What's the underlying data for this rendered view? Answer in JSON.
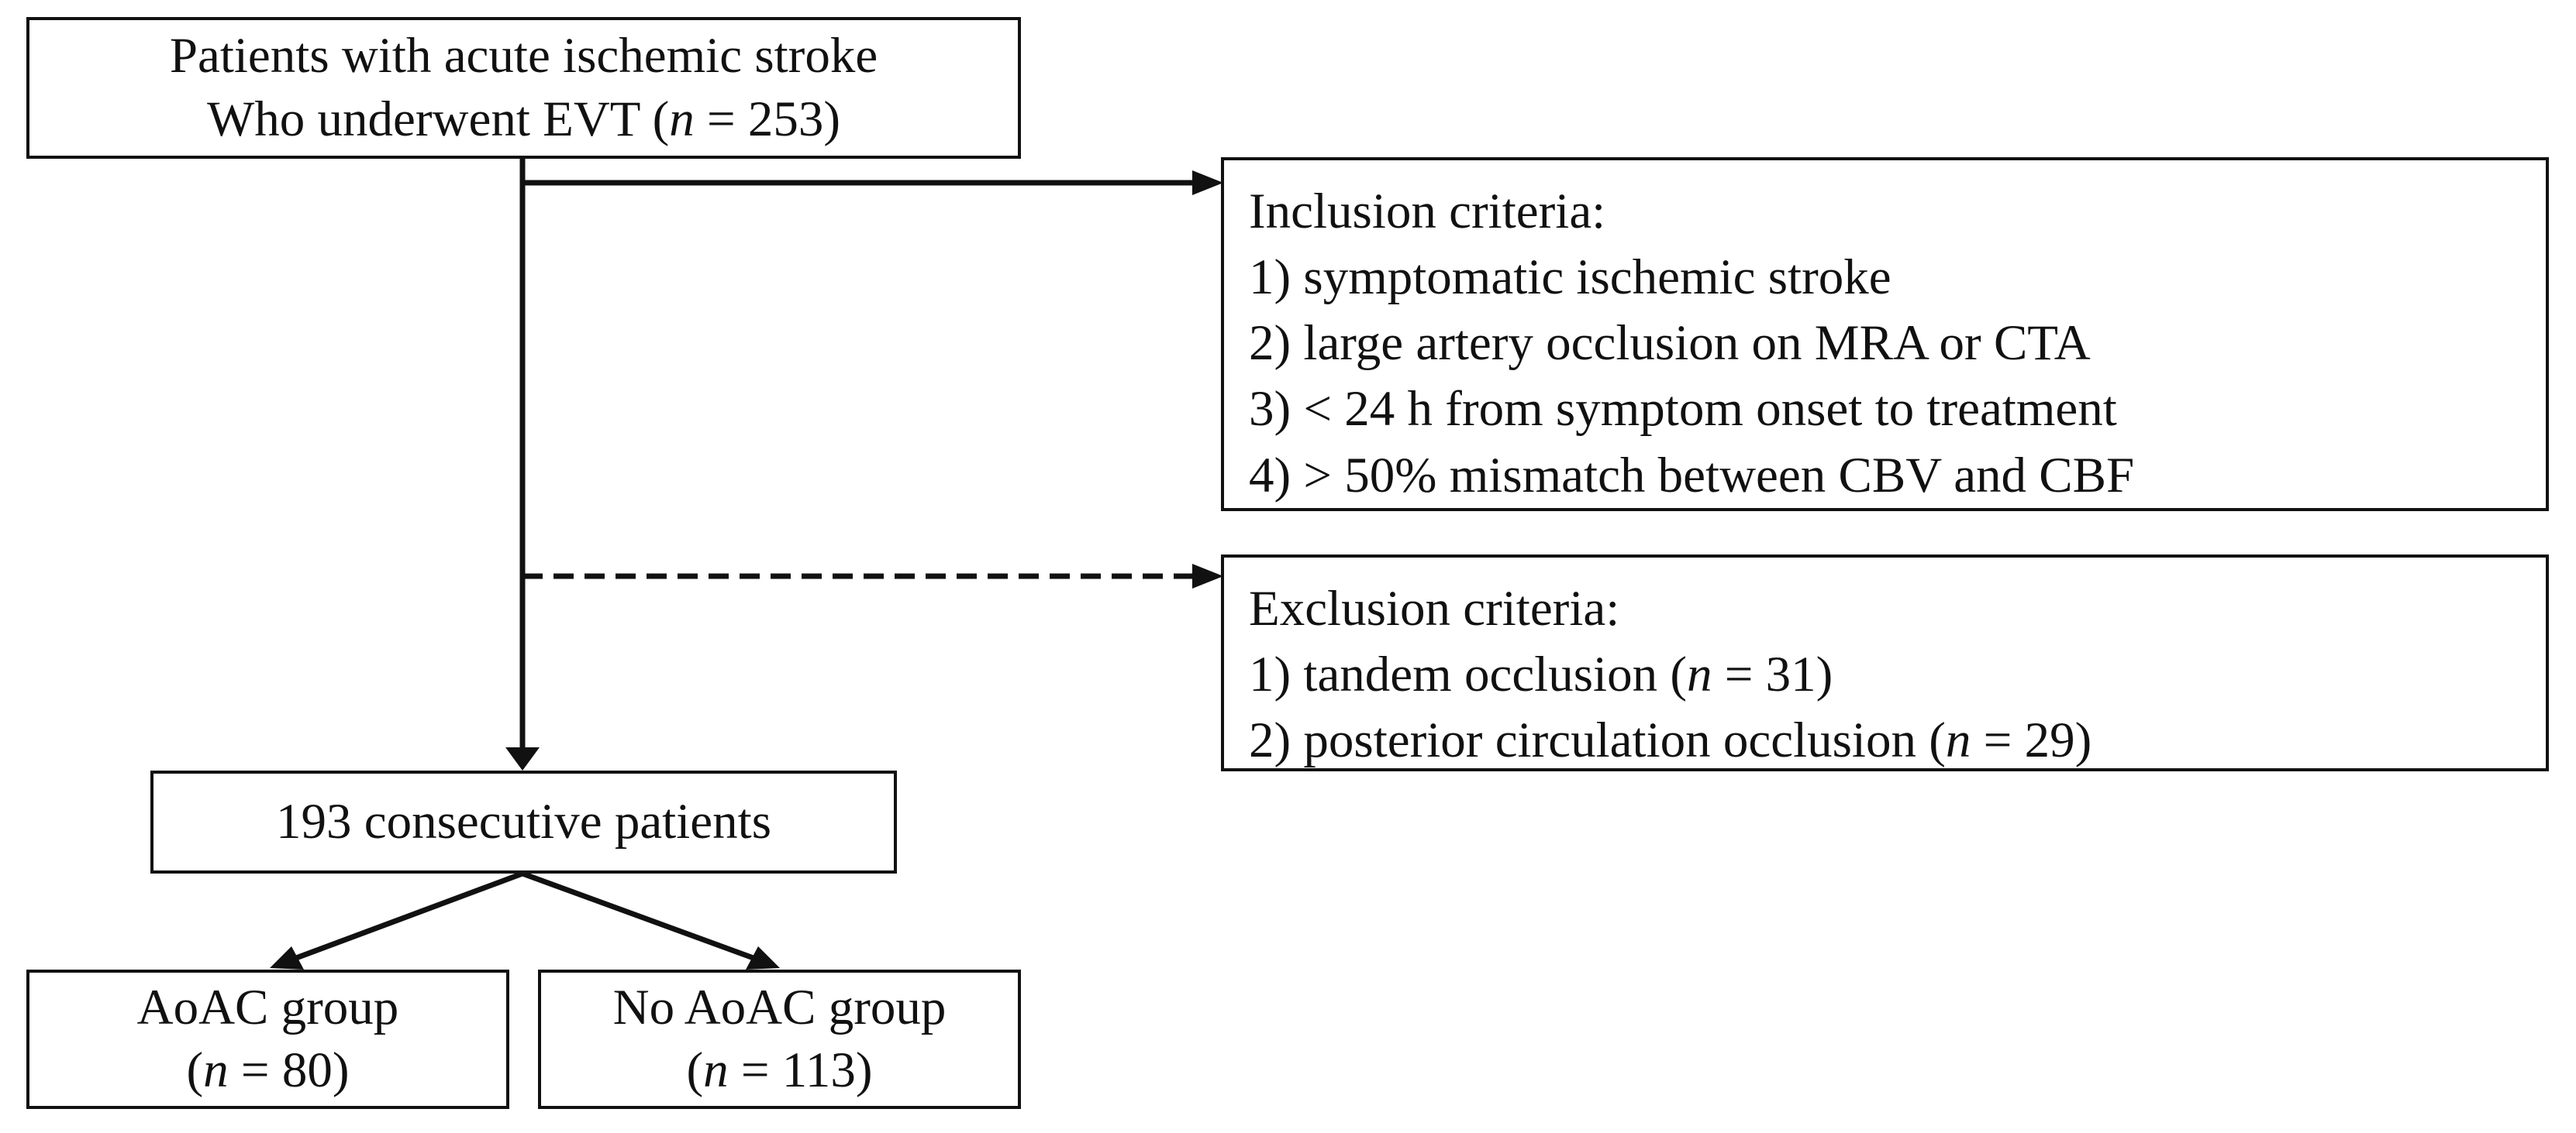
{
  "flowchart": {
    "start": {
      "line1": "Patients with acute ischemic stroke",
      "line2_prefix": "Who underwent EVT (",
      "line2_var": "n",
      "line2_suffix": " = 253)"
    },
    "inclusion": {
      "title": "Inclusion criteria:",
      "items": [
        "1) symptomatic ischemic stroke",
        "2) large artery occlusion on MRA or CTA",
        "3) < 24 h from symptom onset to treatment",
        "4) > 50% mismatch between CBV and CBF"
      ]
    },
    "exclusion": {
      "title": "Exclusion criteria:",
      "items": [
        {
          "prefix": "1) tandem occlusion (",
          "var": "n",
          "suffix": " = 31)"
        },
        {
          "prefix": "2) posterior circulation occlusion (",
          "var": "n",
          "suffix": " = 29)"
        }
      ]
    },
    "cohort": {
      "label": "193 consecutive patients"
    },
    "groups": [
      {
        "label": "AoAC group",
        "count_prefix": "(",
        "count_var": "n",
        "count_suffix": " = 80)"
      },
      {
        "label": "No AoAC group",
        "count_prefix": "(",
        "count_var": "n",
        "count_suffix": " = 113)"
      }
    ],
    "connectors": {
      "inclusion_line_style": "solid",
      "exclusion_line_style": "dashed"
    }
  }
}
